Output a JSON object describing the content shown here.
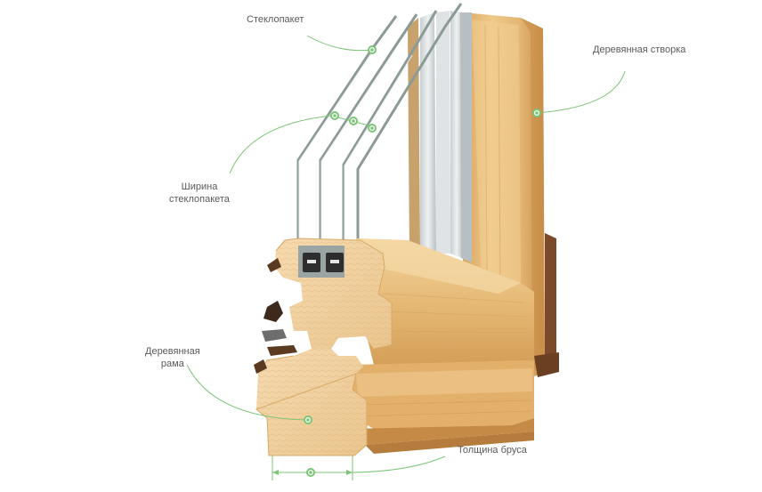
{
  "diagram": {
    "labels": {
      "glass_unit": "Стеклопакет",
      "wooden_sash": "Деревянная створка",
      "glass_unit_width_line1": "Ширина",
      "glass_unit_width_line2": "стеклопакета",
      "wooden_frame_line1": "Деревянная",
      "wooden_frame_line2": "рама",
      "beam_thickness": "Толщина бруса"
    },
    "colors": {
      "leader_line": "#7cc576",
      "marker_fill": "#7cc576",
      "wood_light": "#f0cf96",
      "wood_mid": "#e2b46e",
      "wood_dark": "#c9914a",
      "glass_frame": "#8c9a96",
      "spacer": "#2e2e2e",
      "seal": "#5b3a22"
    }
  }
}
